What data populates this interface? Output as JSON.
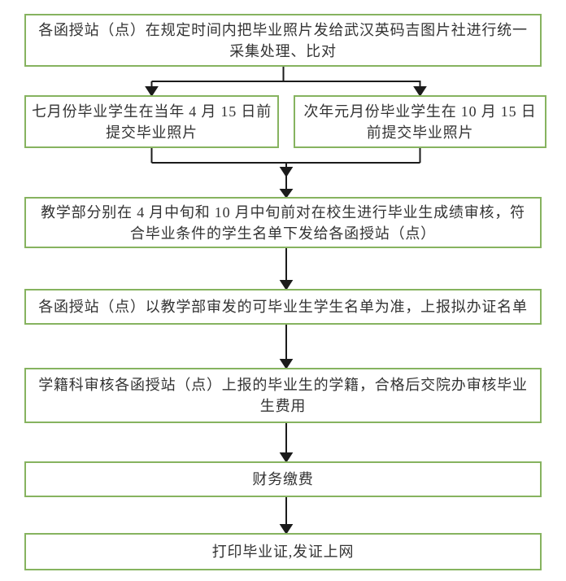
{
  "diagram": {
    "type": "flowchart",
    "direction": "top-down",
    "colors": {
      "node_border": "#86b35f",
      "node_fill": "#ffffff",
      "connector": "#1b1b1b",
      "text": "#333333",
      "background": "#ffffff"
    },
    "nodes": [
      {
        "id": "photo-collection",
        "label": "各函授站（点）在规定时间内把毕业照片发给武汉英码吉图片社进行统一\n采集处理、比对"
      },
      {
        "id": "july-graduates",
        "label": "七月份毕业学生在当年 4 月 15 日前\n提交毕业照片"
      },
      {
        "id": "january-graduates",
        "label": "次年元月份毕业学生在 10 月 15 日\n前提交毕业照片"
      },
      {
        "id": "score-review",
        "label": "教学部分别在 4 月中旬和 10 月中旬前对在校生进行毕业生成绩审核，符\n合毕业条件的学生名单下发给各函授站（点）"
      },
      {
        "id": "certificate-list",
        "label": "各函授站（点）以教学部审发的可毕业生学生名单为准，上报拟办证名单"
      },
      {
        "id": "status-verification",
        "label": "学籍科审核各函授站（点）上报的毕业生的学籍，合格后交院办审核毕业\n生费用"
      },
      {
        "id": "finance-payment",
        "label": "财务缴费"
      },
      {
        "id": "print-certificate",
        "label": "打印毕业证,发证上网"
      }
    ],
    "edges": [
      {
        "from": "photo-collection",
        "to": "july-graduates"
      },
      {
        "from": "photo-collection",
        "to": "january-graduates"
      },
      {
        "from": "july-graduates",
        "to": "score-review"
      },
      {
        "from": "january-graduates",
        "to": "score-review"
      },
      {
        "from": "score-review",
        "to": "certificate-list"
      },
      {
        "from": "certificate-list",
        "to": "status-verification"
      },
      {
        "from": "status-verification",
        "to": "finance-payment"
      },
      {
        "from": "finance-payment",
        "to": "print-certificate"
      }
    ]
  }
}
